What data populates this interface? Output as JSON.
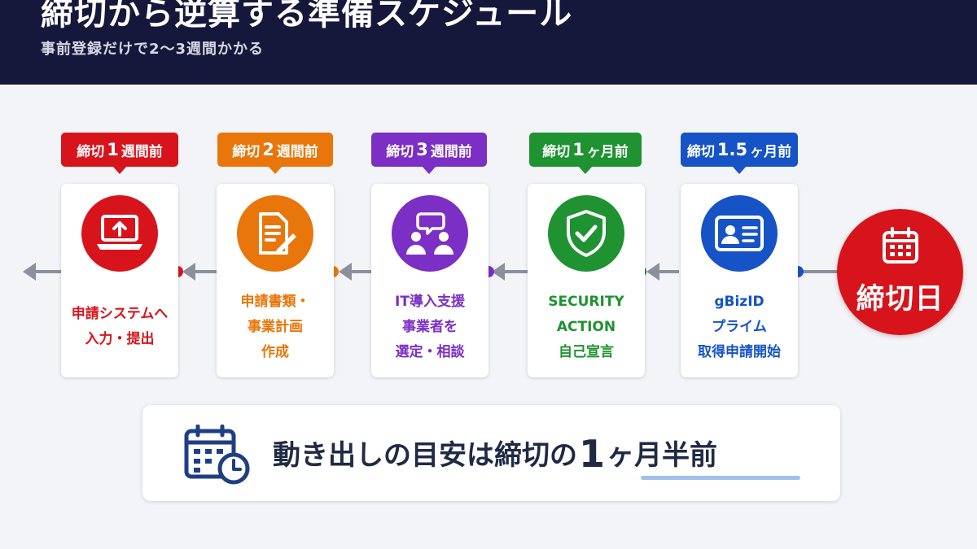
{
  "header": {
    "title": "締切から逆算する準備スケジュール",
    "subtitle": "事前登録だけで2〜3週間かかる"
  },
  "steps": [
    {
      "tag_pre": "締切",
      "tag_num": "1",
      "tag_post": "週間前",
      "lines": [
        "申請システムへ",
        "入力・提出"
      ],
      "color": "#d7141b",
      "icon": "laptop-upload-icon"
    },
    {
      "tag_pre": "締切",
      "tag_num": "2",
      "tag_post": "週間前",
      "lines": [
        "申請書類・",
        "事業計画",
        "作成"
      ],
      "color": "#e8760a",
      "icon": "document-pen-icon"
    },
    {
      "tag_pre": "締切",
      "tag_num": "3",
      "tag_post": "週間前",
      "lines": [
        "IT導入支援",
        "事業者を",
        "選定・相談"
      ],
      "color": "#7b2fc4",
      "icon": "consultation-people-icon"
    },
    {
      "tag_pre": "締切",
      "tag_num": "1",
      "tag_post": "ヶ月前",
      "lines": [
        "SECURITY",
        "ACTION",
        "自己宣言"
      ],
      "color": "#1f9231",
      "icon": "shield-check-icon"
    },
    {
      "tag_pre": "締切",
      "tag_num": "1.5",
      "tag_post": "ヶ月前",
      "lines": [
        "gBizID",
        "プライム",
        "取得申請開始"
      ],
      "color": "#1553c7",
      "icon": "id-card-icon"
    }
  ],
  "deadline": {
    "label": "締切日",
    "color": "#d7141b",
    "icon": "calendar-icon"
  },
  "summary": {
    "text_pre": "動き出しの目安は締切の",
    "num": "1",
    "text_post": "ヶ月半前",
    "icon": "calendar-clock-icon"
  }
}
